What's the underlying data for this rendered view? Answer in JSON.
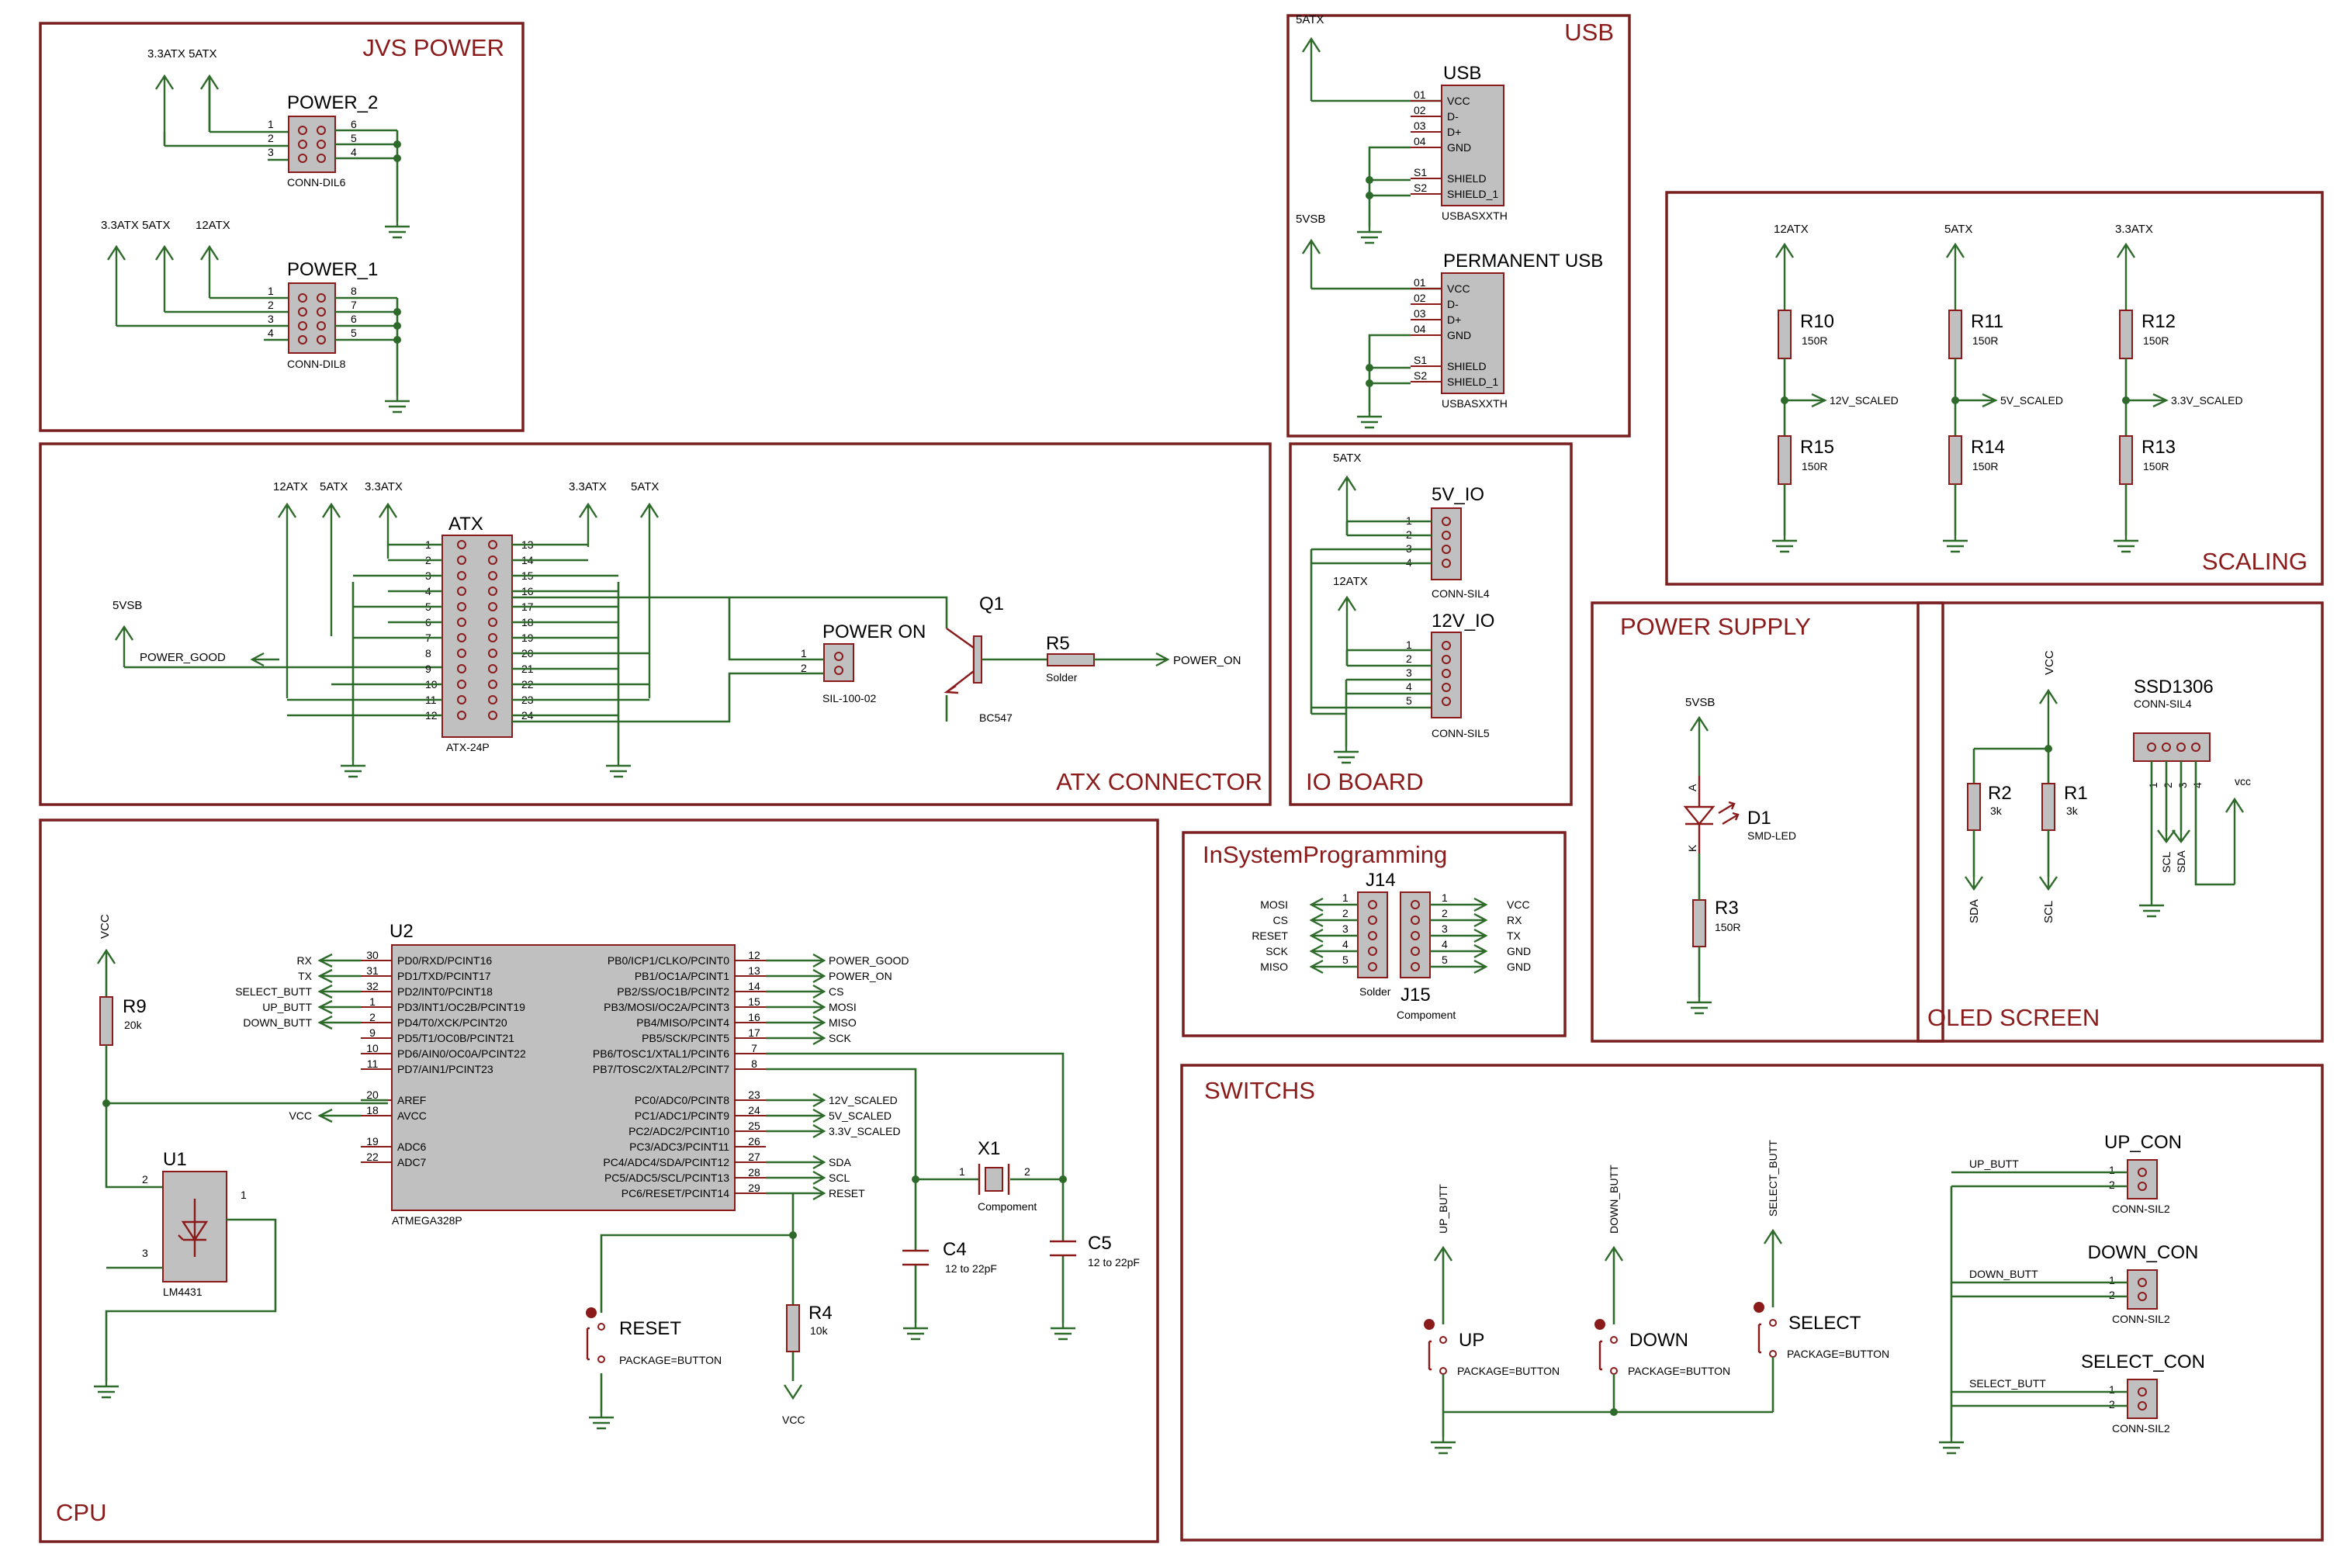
{
  "sections": {
    "jvs_power": "JVS POWER",
    "usb": "USB",
    "scaling": "SCALING",
    "atx_connector": "ATX CONNECTOR",
    "io_board": "IO BOARD",
    "power_supply": "POWER SUPPLY",
    "oled_screen": "OLED SCREEN",
    "isp": "InSystemProgramming",
    "cpu": "CPU",
    "switchs": "SWITCHS"
  },
  "jvs": {
    "p2_rails": "3.3ATX 5ATX",
    "p1_rails_a": "3.3ATX 5ATX",
    "p1_rails_b": "12ATX",
    "power2": {
      "name": "POWER_2",
      "type": "CONN-DIL6",
      "left": [
        "1",
        "2",
        "3"
      ],
      "right": [
        "6",
        "5",
        "4"
      ]
    },
    "power1": {
      "name": "POWER_1",
      "type": "CONN-DIL8",
      "left": [
        "1",
        "2",
        "3",
        "4"
      ],
      "right": [
        "8",
        "7",
        "6",
        "5"
      ]
    }
  },
  "usb": {
    "rail1": "5ATX",
    "rail2": "5VSB",
    "usb1": {
      "name": "USB",
      "type": "USBASXXTH"
    },
    "usb2": {
      "name": "PERMANENT USB",
      "type": "USBASXXTH"
    },
    "pin_nums": [
      "01",
      "02",
      "03",
      "04",
      "S1",
      "S2"
    ],
    "pin_names": [
      "VCC",
      "D-",
      "D+",
      "GND",
      "SHIELD",
      "SHIELD_1"
    ]
  },
  "scaling": {
    "rails": [
      "12ATX",
      "5ATX",
      "3.3ATX"
    ],
    "top": [
      {
        "ref": "R10",
        "val": "150R"
      },
      {
        "ref": "R11",
        "val": "150R"
      },
      {
        "ref": "R12",
        "val": "150R"
      }
    ],
    "bottom": [
      {
        "ref": "R15",
        "val": "150R"
      },
      {
        "ref": "R14",
        "val": "150R"
      },
      {
        "ref": "R13",
        "val": "150R"
      }
    ],
    "nets": [
      "12V_SCALED",
      "5V_SCALED",
      "3.3V_SCALED"
    ]
  },
  "atx": {
    "rails": [
      "12ATX",
      "5ATX",
      "3.3ATX",
      "3.3ATX",
      "5ATX"
    ],
    "vsb": "5VSB",
    "pgood": "POWER_GOOD",
    "ref": "ATX",
    "type": "ATX-24P",
    "left_pins": [
      "1",
      "2",
      "3",
      "4",
      "5",
      "6",
      "7",
      "8",
      "9",
      "10",
      "11",
      "12"
    ],
    "right_pins": [
      "13",
      "14",
      "15",
      "16",
      "17",
      "18",
      "19",
      "20",
      "21",
      "22",
      "23",
      "24"
    ],
    "pon": {
      "name": "POWER ON",
      "type": "SIL-100-02",
      "pins": [
        "1",
        "2"
      ]
    },
    "q1": {
      "ref": "Q1",
      "type": "BC547"
    },
    "r5": {
      "ref": "R5",
      "val": "Solder"
    },
    "power_on_net": "POWER_ON"
  },
  "io": {
    "rail5": "5ATX",
    "rail12": "12ATX",
    "c5": {
      "name": "5V_IO",
      "type": "CONN-SIL4",
      "pins": [
        "1",
        "2",
        "3",
        "4"
      ]
    },
    "c12": {
      "name": "12V_IO",
      "type": "CONN-SIL5",
      "pins": [
        "1",
        "2",
        "3",
        "4",
        "5"
      ]
    }
  },
  "psu": {
    "rail": "5VSB",
    "d1": "D1",
    "d1_type": "SMD-LED",
    "anode": "A",
    "cathode": "K",
    "r3": "R3",
    "r3_val": "150R"
  },
  "oled": {
    "vcc": "VCC",
    "r2": "R2",
    "r2_val": "3k",
    "r1": "R1",
    "r1_val": "3k",
    "sda": "SDA",
    "scl": "SCL",
    "name": "SSD1306",
    "type": "CONN-SIL4",
    "pins": [
      "1",
      "2",
      "3",
      "4"
    ],
    "pin_nets": [
      "SCL",
      "SDA"
    ],
    "vcc2": "vcc"
  },
  "isp": {
    "j14": "J14",
    "j14_val": "Solder",
    "j15": "J15",
    "j15_val": "Compoment",
    "left": [
      "MOSI",
      "CS",
      "RESET",
      "SCK",
      "MISO"
    ],
    "right": [
      "VCC",
      "RX",
      "TX",
      "GND",
      "GND"
    ],
    "pins": [
      "1",
      "2",
      "3",
      "4",
      "5"
    ]
  },
  "cpu": {
    "vcc": "VCC",
    "r9": "R9",
    "r9_val": "20k",
    "u1": "U1",
    "u1_type": "LM4431",
    "u2": "U2",
    "u2_type": "ATMEGA328P",
    "left_pins": [
      {
        "n": "30",
        "name": "PD0/RXD/PCINT16",
        "net": "RX"
      },
      {
        "n": "31",
        "name": "PD1/TXD/PCINT17",
        "net": "TX"
      },
      {
        "n": "32",
        "name": "PD2/INT0/PCINT18",
        "net": "SELECT_BUTT"
      },
      {
        "n": "1",
        "name": "PD3/INT1/OC2B/PCINT19",
        "net": "UP_BUTT"
      },
      {
        "n": "2",
        "name": "PD4/T0/XCK/PCINT20",
        "net": "DOWN_BUTT"
      },
      {
        "n": "9",
        "name": "PD5/T1/OC0B/PCINT21",
        "net": ""
      },
      {
        "n": "10",
        "name": "PD6/AIN0/OC0A/PCINT22",
        "net": ""
      },
      {
        "n": "11",
        "name": "PD7/AIN1/PCINT23",
        "net": ""
      },
      {
        "n": "20",
        "name": "AREF",
        "net": ""
      },
      {
        "n": "18",
        "name": "AVCC",
        "net": "VCC"
      },
      {
        "n": "19",
        "name": "ADC6",
        "net": ""
      },
      {
        "n": "22",
        "name": "ADC7",
        "net": ""
      }
    ],
    "right_pins": [
      {
        "n": "12",
        "name": "PB0/ICP1/CLKO/PCINT0",
        "net": "POWER_GOOD"
      },
      {
        "n": "13",
        "name": "PB1/OC1A/PCINT1",
        "net": "POWER_ON"
      },
      {
        "n": "14",
        "name": "PB2/SS/OC1B/PCINT2",
        "net": "CS"
      },
      {
        "n": "15",
        "name": "PB3/MOSI/OC2A/PCINT3",
        "net": "MOSI"
      },
      {
        "n": "16",
        "name": "PB4/MISO/PCINT4",
        "net": "MISO"
      },
      {
        "n": "17",
        "name": "PB5/SCK/PCINT5",
        "net": "SCK"
      },
      {
        "n": "7",
        "name": "PB6/TOSC1/XTAL1/PCINT6",
        "net": ""
      },
      {
        "n": "8",
        "name": "PB7/TOSC2/XTAL2/PCINT7",
        "net": ""
      },
      {
        "n": "23",
        "name": "PC0/ADC0/PCINT8",
        "net": "12V_SCALED"
      },
      {
        "n": "24",
        "name": "PC1/ADC1/PCINT9",
        "net": "5V_SCALED"
      },
      {
        "n": "25",
        "name": "PC2/ADC2/PCINT10",
        "net": "3.3V_SCALED"
      },
      {
        "n": "26",
        "name": "PC3/ADC3/PCINT11",
        "net": ""
      },
      {
        "n": "27",
        "name": "PC4/ADC4/SDA/PCINT12",
        "net": "SDA"
      },
      {
        "n": "28",
        "name": "PC5/ADC5/SCL/PCINT13",
        "net": "SCL"
      },
      {
        "n": "29",
        "name": "PC6/RESET/PCINT14",
        "net": "RESET"
      }
    ],
    "x1": "X1",
    "x1_val": "Compoment",
    "x1_pins": [
      "1",
      "2"
    ],
    "c4": "C4",
    "c4_val": "12 to 22pF",
    "c5": "C5",
    "c5_val": "12 to 22pF",
    "reset": "RESET",
    "reset_val": "PACKAGE=BUTTON",
    "r4": "R4",
    "r4_val": "10k",
    "r4_net": "VCC"
  },
  "switchs": {
    "buttons": [
      {
        "net": "UP_BUTT",
        "name": "UP",
        "val": "PACKAGE=BUTTON"
      },
      {
        "net": "DOWN_BUTT",
        "name": "DOWN",
        "val": "PACKAGE=BUTTON"
      },
      {
        "net": "SELECT_BUTT",
        "name": "SELECT",
        "val": "PACKAGE=BUTTON"
      }
    ],
    "cons": [
      {
        "name": "UP_CON",
        "net": "UP_BUTT",
        "type": "CONN-SIL2"
      },
      {
        "name": "DOWN_CON",
        "net": "DOWN_BUTT",
        "type": "CONN-SIL2"
      },
      {
        "name": "SELECT_CON",
        "net": "SELECT_BUTT",
        "type": "CONN-SIL2"
      }
    ],
    "pins": [
      "1",
      "2"
    ]
  }
}
